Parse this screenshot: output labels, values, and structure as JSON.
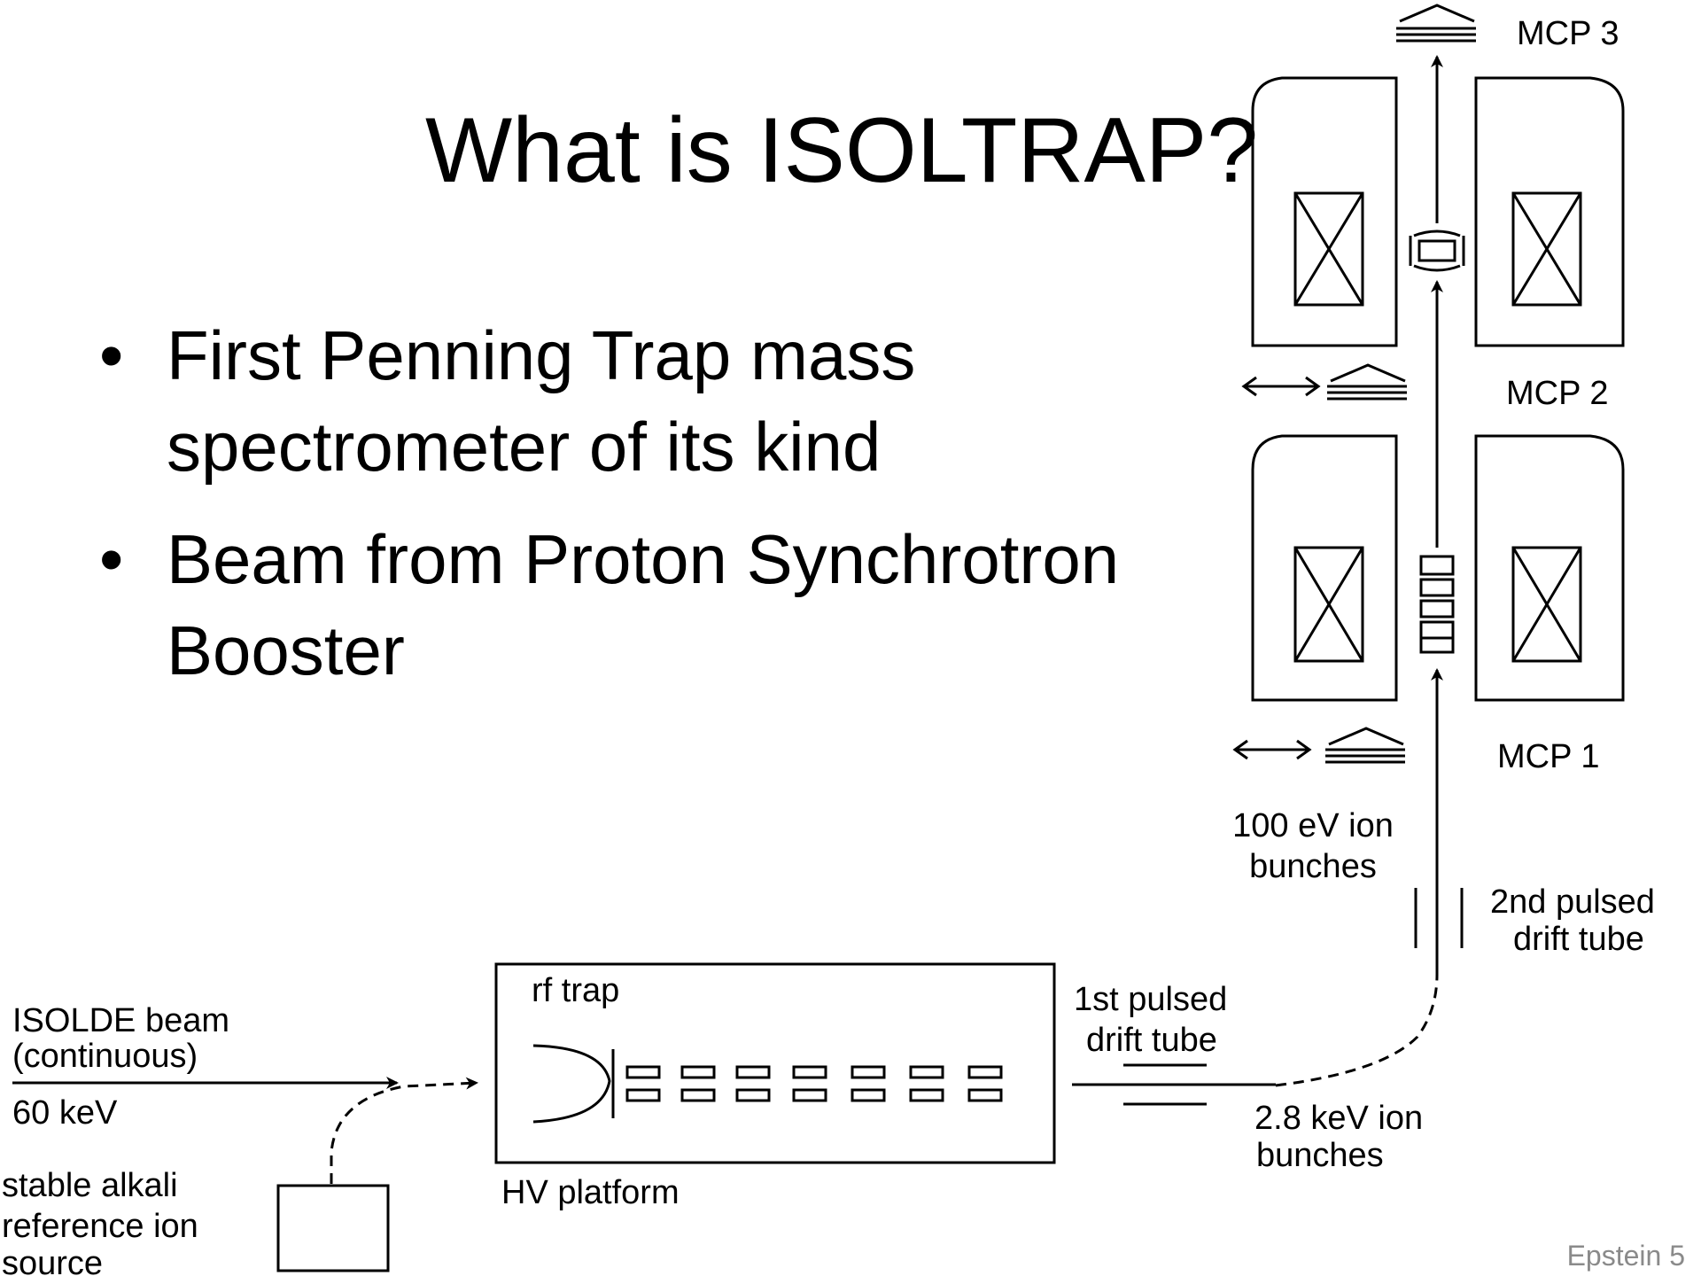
{
  "slide": {
    "title": "What is ISOLTRAP?",
    "bullets": [
      {
        "marker": "•",
        "lines": [
          "First Penning Trap mass",
          "spectrometer of its kind"
        ]
      },
      {
        "marker": "•",
        "lines": [
          "Beam from Proton Synchrotron",
          "Booster"
        ]
      }
    ],
    "footer": "Epstein 5"
  },
  "diagram": {
    "labels": {
      "mcp3": "MCP 3",
      "mcp2": "MCP 2",
      "mcp1": "MCP 1",
      "ion100_line1": "100 eV ion",
      "ion100_line2": "bunches",
      "drift2_line1": "2nd pulsed",
      "drift2_line2": "drift tube",
      "drift1_line1": "1st pulsed",
      "drift1_line2": "drift tube",
      "ion28_line1": "2.8 keV ion",
      "ion28_line2": "bunches",
      "rf_trap": "rf trap",
      "hv_platform": "HV platform",
      "isolde_line1": "ISOLDE beam",
      "isolde_line2": "(continuous)",
      "energy": "60 keV",
      "source_line1": "stable alkali",
      "source_line2": "reference ion",
      "source_line3": "source"
    }
  }
}
